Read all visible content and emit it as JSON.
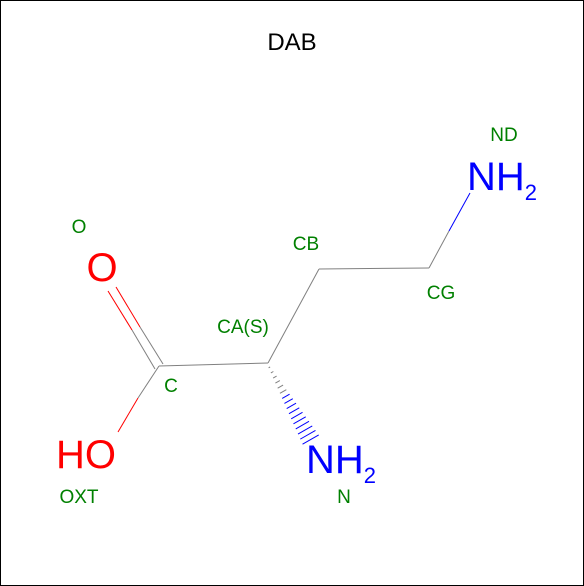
{
  "molecule": {
    "title": "DAB",
    "colors": {
      "bond": "#808080",
      "oxygen": "#ff0000",
      "nitrogen": "#0000ff",
      "atom_label": "#008000",
      "title": "#000000"
    },
    "atoms": [
      {
        "id": "O",
        "label": "O",
        "element_text": "O",
        "element_sub": ""
      },
      {
        "id": "OXT",
        "label": "OXT",
        "element_text": "HO",
        "element_sub": ""
      },
      {
        "id": "C",
        "label": "C"
      },
      {
        "id": "CA",
        "label": "CA(S)"
      },
      {
        "id": "CB",
        "label": "CB"
      },
      {
        "id": "CG",
        "label": "CG"
      },
      {
        "id": "N",
        "label": "N",
        "element_text": "NH",
        "element_sub": "2"
      },
      {
        "id": "ND",
        "label": "ND",
        "element_text": "NH",
        "element_sub": "2"
      }
    ],
    "bonds": [
      {
        "from": "C",
        "to": "O",
        "order": 2
      },
      {
        "from": "C",
        "to": "OXT",
        "order": 1
      },
      {
        "from": "C",
        "to": "CA",
        "order": 1
      },
      {
        "from": "CA",
        "to": "CB",
        "order": 1
      },
      {
        "from": "CB",
        "to": "CG",
        "order": 1
      },
      {
        "from": "CG",
        "to": "ND",
        "order": 1
      },
      {
        "from": "CA",
        "to": "N",
        "order": 1,
        "stereo": "hashed-wedge"
      }
    ]
  }
}
